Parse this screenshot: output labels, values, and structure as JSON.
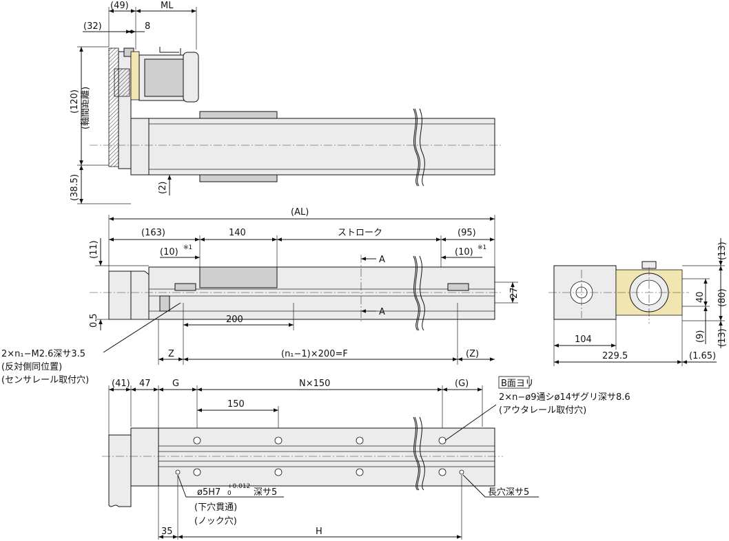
{
  "top_view": {
    "dims": [
      "(49)",
      "ML",
      "(32)",
      "8",
      "(120)",
      "(軸間距離)",
      "(38.5)",
      "(2)"
    ]
  },
  "front_view": {
    "dims": {
      "al": "(AL)",
      "d163": "(163)",
      "d140": "140",
      "stroke": "ストローク",
      "d95": "(95)",
      "d11": "(11)",
      "d10a": "(10)",
      "note1": "※1",
      "d10b": "(10)",
      "note2": "※1",
      "section_a_top": "A",
      "section_a_bot": "A",
      "d27": "27",
      "d05": "0.5",
      "d200": "200",
      "z_left": "Z",
      "pitch_formula": "(n₁−1)×200=F",
      "z_right": "(Z)"
    },
    "notes": [
      "2×n₁−M2.6深サ3.5",
      "(反対側同位置)",
      "(センサレール取付穴)"
    ]
  },
  "side_view": {
    "dims": {
      "d13_top": "(13)",
      "d80": "(80)",
      "d40": "40",
      "d9": "(9)",
      "d13_bot": "(13)",
      "d104": "104",
      "d2295": "229.5",
      "d165": "(1.65)"
    }
  },
  "bottom_view": {
    "dims": {
      "d41": "(41)",
      "d47": "47",
      "g_left": "G",
      "n150": "N×150",
      "g_right": "(G)",
      "d150": "150",
      "d35": "35",
      "h": "H"
    },
    "b_face_label": "B面ヨリ",
    "notes_right": [
      "2×n−ø9通シø14ザグリ深サ8.6",
      "(アウタレール取付穴)"
    ],
    "pin_note": "ø5H7",
    "pin_tol_upper": "+0.012",
    "pin_tol_lower": "0",
    "pin_depth": "深サ5",
    "pin_sub": [
      "(下穴貫通)",
      "(ノック穴)"
    ],
    "slot_note": "長穴深サ5"
  }
}
